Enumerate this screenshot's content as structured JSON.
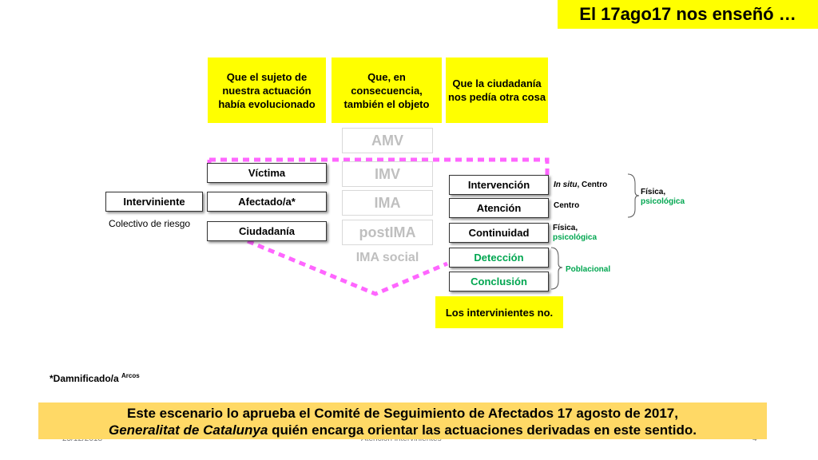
{
  "title": "El 17ago17 nos enseñó …",
  "headers": [
    "Que el sujeto de nuestra actuación había evolucionado",
    "Que, en consecuencia, también el objeto",
    "Que la ciudadanía nos pedía otra cosa"
  ],
  "left": {
    "interviniente": "Interviniente",
    "colectivo": "Colectivo de riesgo",
    "subjects": [
      "Víctima",
      "Afectado/a*",
      "Ciudadanía"
    ]
  },
  "middle": [
    "AMV",
    "IMV",
    "IMA",
    "postIMA"
  ],
  "middle_extra": "IMA social",
  "right": {
    "items": [
      "Intervención",
      "Atención",
      "Continuidad"
    ],
    "green_items": [
      "Detección",
      "Conclusión"
    ],
    "bottom_note": "Los intervinientes no."
  },
  "notes": {
    "insitu_italic": "In situ",
    "insitu_rest": ", Centro",
    "centro": "Centro",
    "fisica_line1": "Física,",
    "fisica_line2": "psicológica",
    "poblacional": "Poblacional",
    "brace_fisica_line1": "Física,",
    "brace_fisica_line2": "psicológica"
  },
  "footnote_main": "*Damnificado/a ",
  "footnote_sup": "Arcos",
  "footer": {
    "line1": "Este escenario lo aprueba el Comité de Seguimiento de Afectados 17 agosto de 2017,",
    "line2_italic": "Generalitat de Catalunya",
    "line2_rest": " quién encarga orientar las actuaciones derivadas en este sentido."
  },
  "footer_meta": {
    "date": "25/12/2018",
    "center": "Atención intervinientes",
    "page": "4"
  },
  "colors": {
    "highlight_yellow": "#ffff00",
    "footer_bg": "#ffd966",
    "dash_pink": "#ff66ff",
    "green_text": "#00a650",
    "ghost_gray": "#bfbfbf"
  }
}
